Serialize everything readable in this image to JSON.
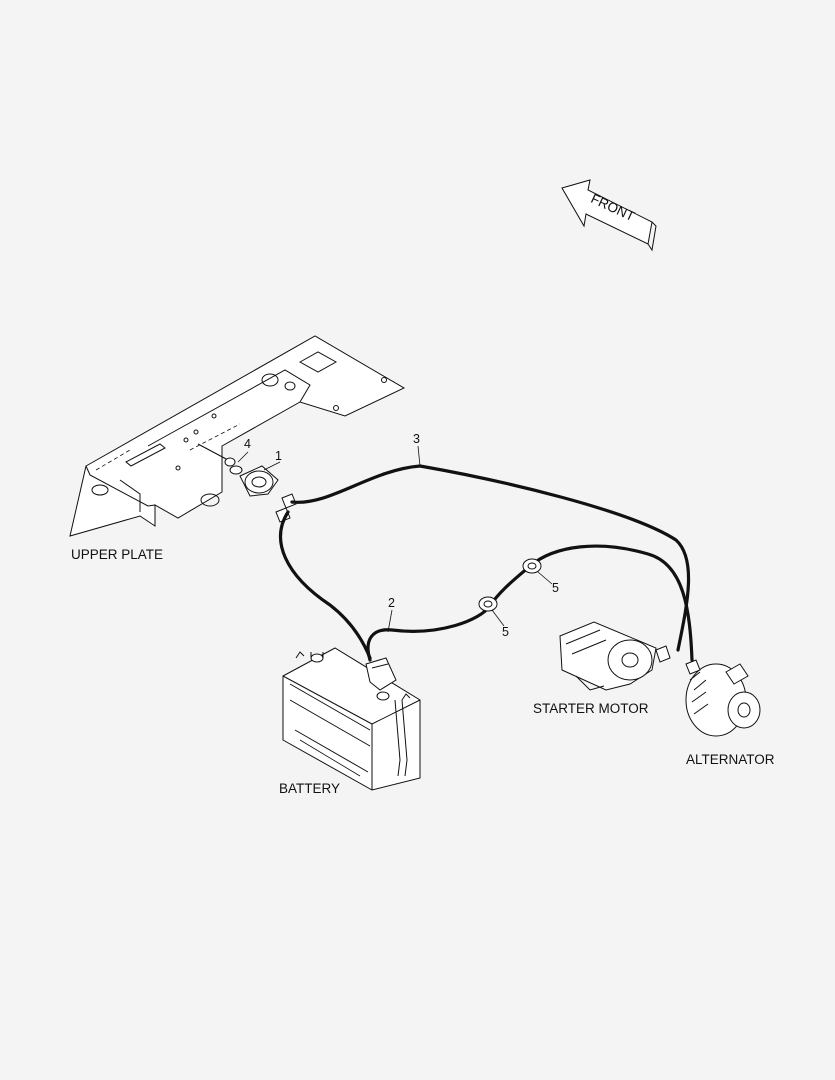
{
  "front_arrow": {
    "label": "FRONT"
  },
  "labels": {
    "upper_plate": "UPPER PLATE",
    "battery": "BATTERY",
    "starter_motor": "STARTER MOTOR",
    "alternator": "ALTERNATOR"
  },
  "callouts": {
    "switch": "1",
    "battery_cable": "2",
    "main_cable": "3",
    "nut": "4",
    "clamp_a": "5",
    "clamp_b": "5"
  }
}
